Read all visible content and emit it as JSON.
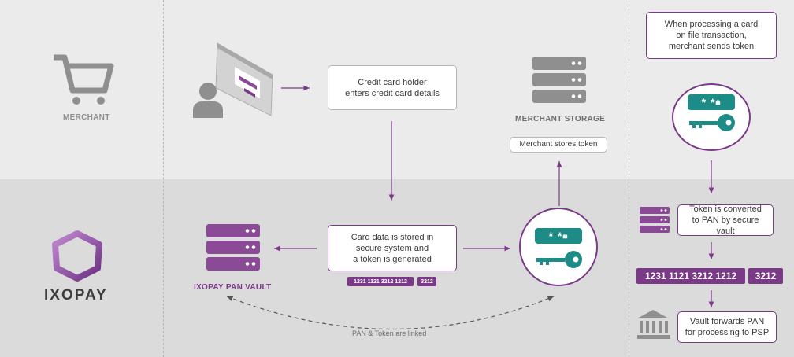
{
  "lanes": {
    "merchant_label": "MERCHANT",
    "brand_name": "IXOPAY"
  },
  "steps": {
    "cardholder": "Credit card holder\nenters credit card details",
    "stored": "Card data is stored in\nsecure system and\na token is generated",
    "merchant_stores": "Merchant stores token",
    "processing": "When processing a card\non file transaction,\nmerchant sends token",
    "converted": "Token is converted\nto PAN by secure vault",
    "forwards": "Vault forwards PAN\nfor processing to PSP"
  },
  "labels": {
    "merchant_storage": "MERCHANT STORAGE",
    "pan_vault": "IXOPAY PAN VAULT",
    "linked": "PAN & Token are linked"
  },
  "card": {
    "pan": "1231 1121 3212 1212",
    "suffix": "3212"
  },
  "token_glyphs": "* * ",
  "colors": {
    "accent": "#7b3a88",
    "teal": "#1e8c86",
    "icon_grey": "#8f8f8f"
  }
}
